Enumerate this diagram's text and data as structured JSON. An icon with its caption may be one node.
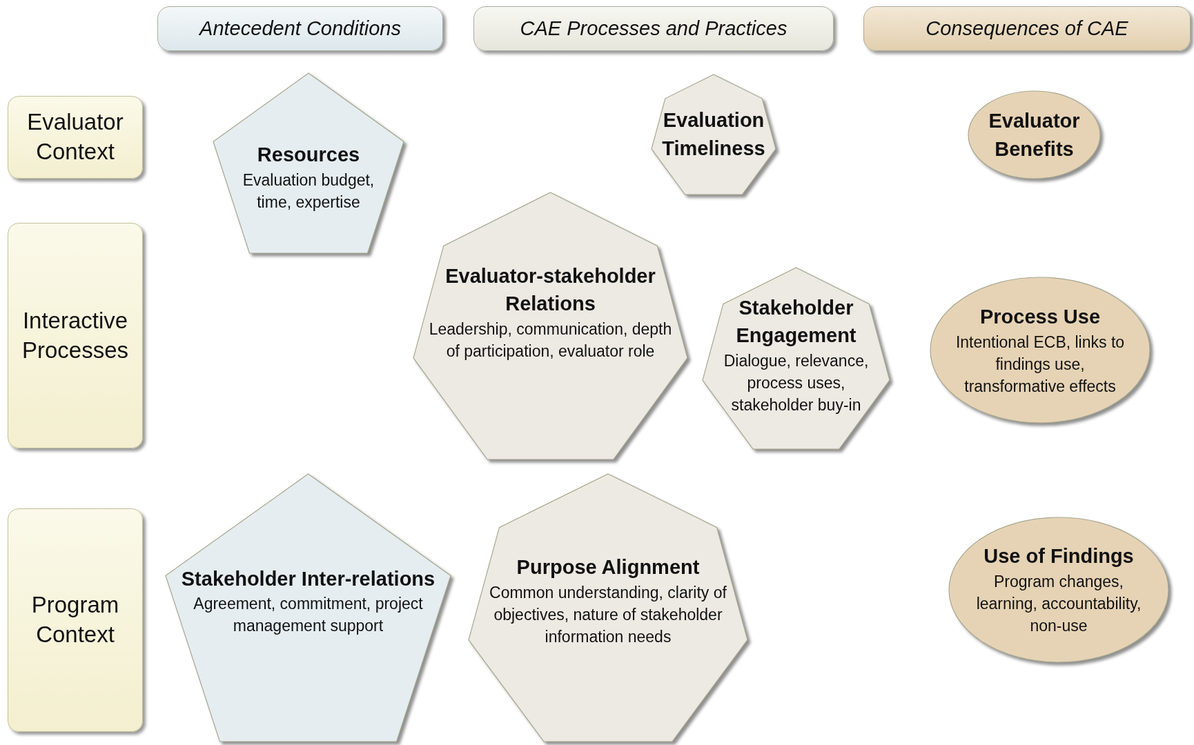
{
  "diagram": {
    "nodes": [
      {
        "text": [
          "Antecedent Conditions"
        ]
      },
      {
        "text": [
          "CAE Processes and Practices"
        ]
      },
      {
        "text": [
          "Consequences of CAE"
        ]
      },
      {
        "text": [
          "Evaluator Context"
        ]
      },
      {
        "text": [
          "Resources",
          "Evaluation budget, time, expertise"
        ]
      },
      {
        "text": [
          "Evaluation Timeliness"
        ]
      },
      {
        "text": [
          "Evaluator Benefits"
        ]
      },
      {
        "text": [
          "Interactive Processes"
        ]
      },
      {
        "text": [
          "Evaluator-stakeholder Relations",
          "Leadership, communication, depth of participation, evaluator role"
        ]
      },
      {
        "text": [
          "Stakeholder Engagement",
          "Dialogue, relevance, process uses, stakeholder buy-in"
        ]
      },
      {
        "text": [
          "Process Use",
          "Intentional ECB, links to findings use, transformative effects"
        ]
      },
      {
        "text": [
          "Program Context"
        ]
      },
      {
        "text": [
          "Stakeholder Inter-relations",
          "Agreement, commitment, project management support"
        ]
      },
      {
        "text": [
          "Purpose Alignment",
          "Common understanding, clarity of objectives, nature of stakeholder information needs"
        ]
      },
      {
        "text": [
          "Use of Findings",
          "Program changes, learning, accountability, non-use"
        ]
      }
    ]
  }
}
